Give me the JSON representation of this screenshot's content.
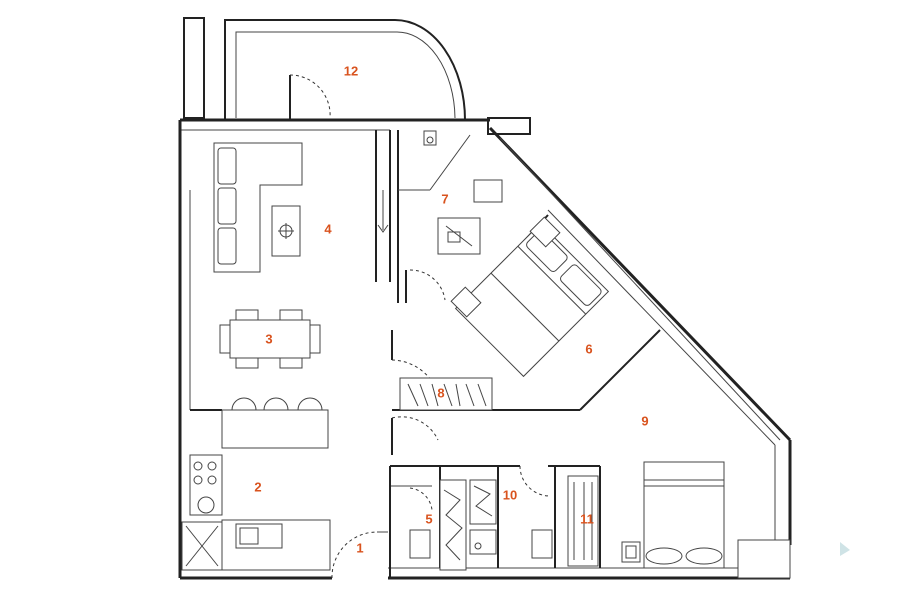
{
  "label_color": "#d9531e",
  "rooms": [
    {
      "id": "1",
      "label": "1"
    },
    {
      "id": "2",
      "label": "2"
    },
    {
      "id": "3",
      "label": "3"
    },
    {
      "id": "4",
      "label": "4"
    },
    {
      "id": "5",
      "label": "5"
    },
    {
      "id": "6",
      "label": "6"
    },
    {
      "id": "7",
      "label": "7"
    },
    {
      "id": "8",
      "label": "8"
    },
    {
      "id": "9",
      "label": "9"
    },
    {
      "id": "10",
      "label": "10"
    },
    {
      "id": "11",
      "label": "11"
    },
    {
      "id": "12",
      "label": "12"
    }
  ]
}
